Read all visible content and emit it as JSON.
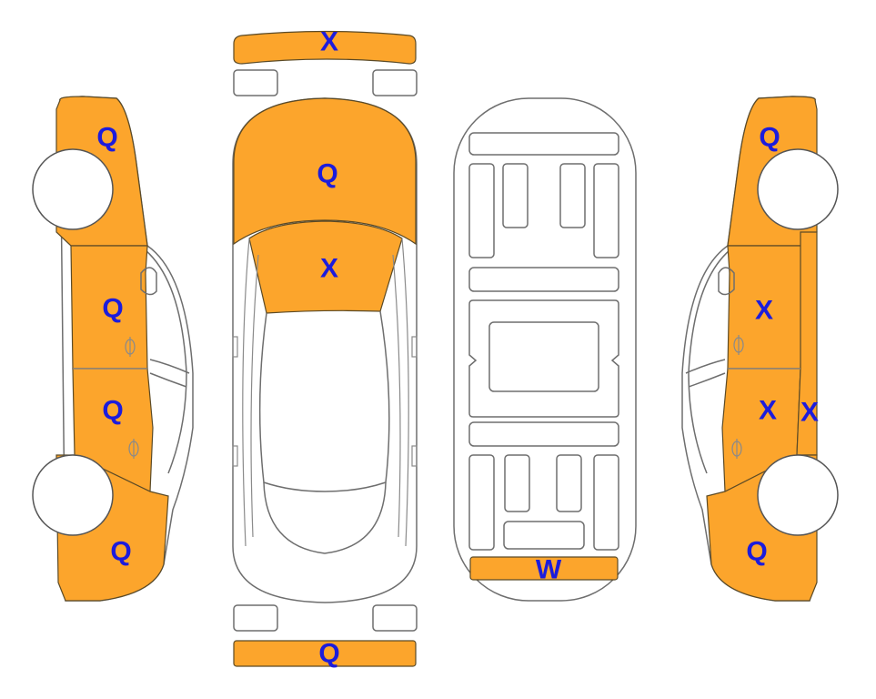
{
  "colors": {
    "damaged_panel": "#FCA52C",
    "mark_text": "#1C1CDC",
    "outline": "#6E6E6E"
  },
  "diagram": {
    "views": [
      "left-side",
      "top",
      "underside",
      "right-side"
    ],
    "marks": {
      "front_bumper": "X",
      "hood": "Q",
      "windshield": "X",
      "rear_bumper": "Q",
      "left_front_fender": "Q",
      "left_front_door": "Q",
      "left_rear_door": "Q",
      "left_rear_quarter": "Q",
      "right_front_fender": "Q",
      "right_front_door": "X",
      "right_rear_door": "X",
      "right_rocker": "X",
      "right_rear_quarter": "Q",
      "rear_floor": "W"
    }
  }
}
